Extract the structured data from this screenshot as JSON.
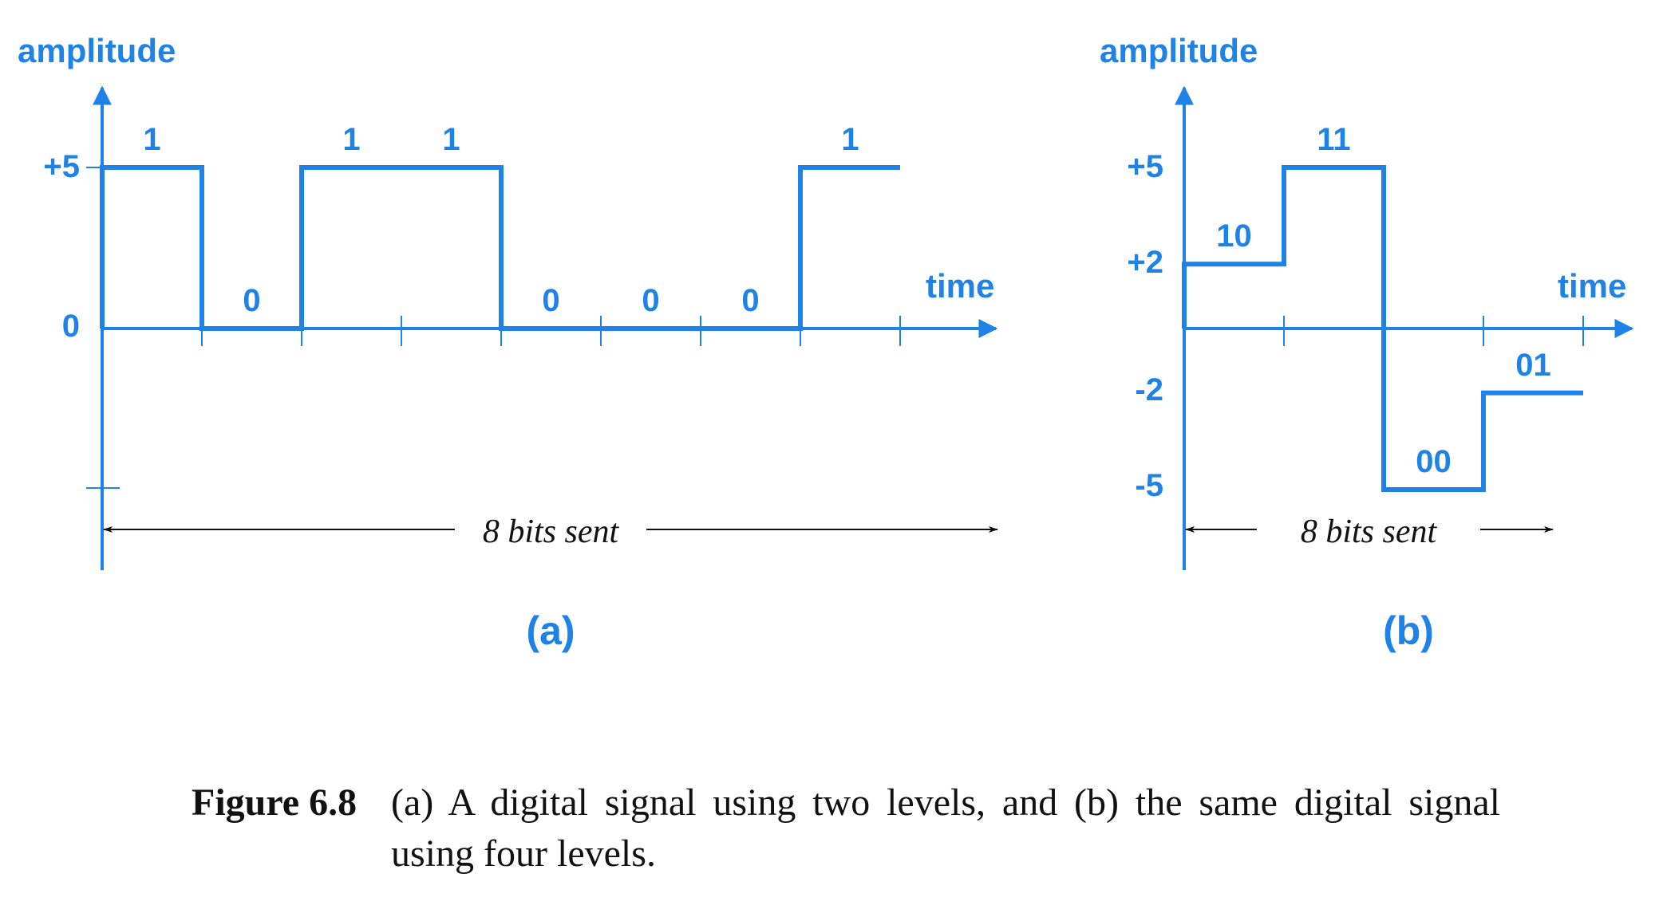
{
  "colors": {
    "signal": "#1e82e6",
    "text": "#111111"
  },
  "panel_a": {
    "ylabel": "amplitude",
    "xlabel": "time",
    "tick_labels": [
      "+5",
      "0"
    ],
    "levels": [
      5,
      0
    ],
    "bits": [
      "1",
      "0",
      "1",
      "1",
      "0",
      "0",
      "0",
      "1"
    ],
    "bits_sent": "8 bits sent",
    "panel_label": "(a)"
  },
  "panel_b": {
    "ylabel": "amplitude",
    "xlabel": "time",
    "tick_labels": [
      "+5",
      "+2",
      "-2",
      "-5"
    ],
    "levels": [
      5,
      2,
      -2,
      -5
    ],
    "symbols": [
      "10",
      "11",
      "00",
      "01"
    ],
    "bits_sent": "8 bits sent",
    "panel_label": "(b)"
  },
  "caption": {
    "label": "Figure 6.8",
    "text": "(a) A digital signal using two levels, and (b) the same digital signal using four levels."
  }
}
